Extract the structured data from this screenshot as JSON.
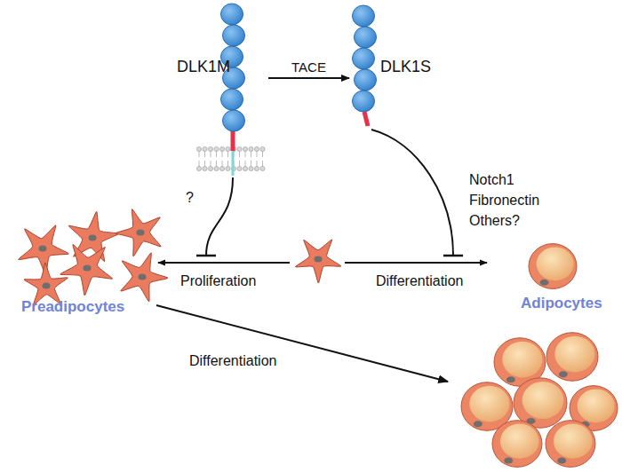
{
  "diagram": {
    "nodes": [
      {
        "text": [
          "DLK1M"
        ]
      },
      {
        "text": [
          "DLK1S"
        ]
      },
      {
        "text": [
          "Preadipocytes"
        ]
      },
      {
        "text": [
          "Adipocytes"
        ]
      }
    ],
    "edges": [
      {
        "from": 0,
        "to": 1,
        "label": "TACE",
        "arrow": "to"
      }
    ],
    "labels": [
      "?",
      "Notch1",
      "Fibronectin",
      "Others?",
      "Proliferation",
      "Differentiation",
      "Differentiation"
    ]
  }
}
